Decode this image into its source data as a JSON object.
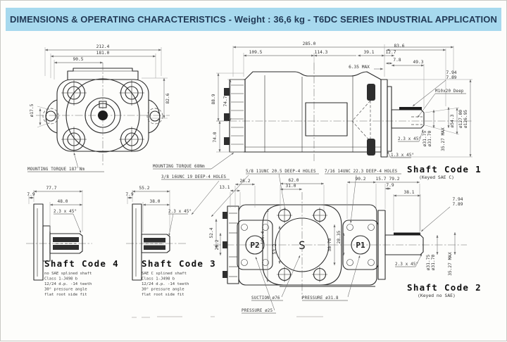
{
  "banner": {
    "title": "DIMENSIONS & OPERATING CHARACTERISTICS - Weight : 36,6 kg - T6DC SERIES INDUSTRIAL APPLICATION",
    "bg": "#a7d9ee",
    "text_color": "#223a56"
  },
  "front_view": {
    "dim_total_width": "212.4",
    "dim_inner_width": "181.0",
    "dim_half_width": "90.5",
    "dim_ear_hole": "ø17.5",
    "dim_height": "82.6",
    "mounting_torque": "MOUNTING TORQUE 187 Nm"
  },
  "side_view": {
    "dim_total_length": "285.0",
    "dim_seg_1": "109.5",
    "dim_seg_2": "114.3",
    "dim_39_1": "39.1",
    "dim_12_7": "12.7",
    "dim_83_6": "83.6",
    "dim_7_8": "7.8",
    "dim_49_3": "49.3",
    "dim_6_35": "6.35 MAX",
    "dim_88_9": "88.9",
    "dim_74_7": "74.7",
    "dim_74_0": "74.0",
    "key_upper": "7.94",
    "key_lower": "7.89",
    "thread_note": "M10x20 Deep",
    "dim_54_3": "ø54.3",
    "dim_pilot_upper": "ø127.00",
    "dim_pilot_lower": "ø126.95",
    "dim_shaft_upper": "ø31.75",
    "dim_shaft_lower": "ø31.70",
    "dim_35_27": "35.27 MAX",
    "chamfer_2_3": "2.3 x 45°",
    "chamfer_1_3": "1.3 x 45°",
    "mounting_torque": "MOUNTING TORQUE 68Nm",
    "thread_holes": "3/8 16UNC 19 DEEP-4 HOLES",
    "shaft1_title": "Shaft Code 1",
    "shaft1_sub": "(Keyed SAE C)"
  },
  "rear_view": {
    "thread_holes_left": "5/8 11UNC 20.5 DEEP-4 HOLES",
    "thread_holes_right": "7/16 14UNC 22.3 DEEP-4 HOLES",
    "dim_26_2_top": "26.2",
    "dim_13_1": "13.1",
    "dim_62_0": "62.0",
    "dim_31_0": "31.0",
    "dim_90_2": "90.2",
    "dim_15_7": "15.7",
    "dim_79_2": "79.2",
    "dim_7_9": "7.9",
    "dim_38_1": "38.1",
    "dim_52_4": "52.4",
    "dim_26_2_left": "26.2",
    "dim_106_4": "106.4",
    "dim_53_2": "53.2",
    "dim_58_70": "58.70",
    "dim_28_35": "28.35",
    "key_upper": "7.94",
    "key_lower": "7.89",
    "chamfer_2_3": "2.3 x 45°",
    "dim_shaft_upper": "ø31.75",
    "dim_shaft_lower": "ø31.70",
    "dim_35_27": "35.27 MAX",
    "port_p2": "P2",
    "port_s": "S",
    "port_p1": "P1",
    "suction_label": "SUCTION ø76",
    "pressure_label_1": "PRESSURE ø31.8",
    "pressure_label_2": "PRESSURE ø25",
    "shaft2_title": "Shaft Code 2",
    "shaft2_sub": "(Keyed no SAE)"
  },
  "shaft_code_4": {
    "title": "Shaft Code 4",
    "dim_77_7": "77.7",
    "dim_7_9": "7.9",
    "dim_48_0": "48.0",
    "chamfer": "2.3 x 45°",
    "notes": [
      "no SAE splined shaft",
      "Class 1-J498 b",
      "12/24 d.p. -14 teeth",
      "30° pressure angle",
      "flat root side fit"
    ]
  },
  "shaft_code_3": {
    "title": "Shaft Code 3",
    "dim_55_2": "55.2",
    "dim_7_9": "7.9",
    "dim_38_0": "38.0",
    "chamfer": "2.3 x 45°",
    "notes": [
      "SAE C splined shaft",
      "Class 1-J498 b",
      "12/24 d.p. -14 teeth",
      "30° pressure angle",
      "flat root side fit"
    ]
  }
}
